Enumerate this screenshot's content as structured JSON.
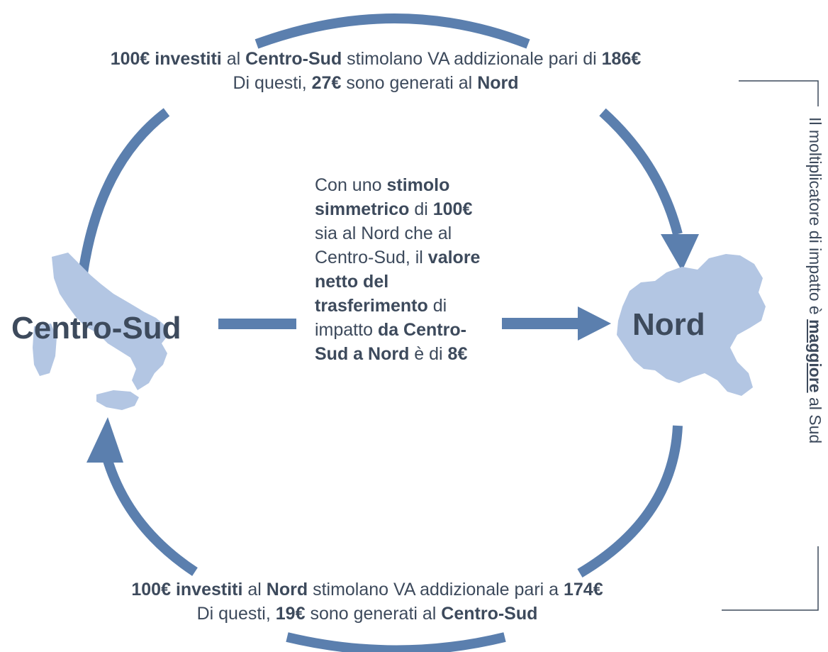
{
  "top_caption": {
    "line1": {
      "amount": "100€",
      "investiti": "investiti",
      "al": " al ",
      "region": "Centro-Sud",
      "rest": " stimolano VA addizionale pari di ",
      "total": "186€"
    },
    "line2": {
      "pre": "Di questi, ",
      "amount": "27€",
      "mid": "sono generati al ",
      "region": "Nord"
    }
  },
  "bottom_caption": {
    "line1": {
      "amount": "100€",
      "investiti": "investiti",
      "al": " al ",
      "region": "Nord",
      "rest": " stimolano VA addizionale pari a ",
      "total": "174€"
    },
    "line2": {
      "pre": "Di questi, ",
      "amount": "19€",
      "mid": "sono generati al ",
      "region": "Centro-Sud"
    }
  },
  "regions": {
    "left": "Centro-Sud",
    "right": "Nord"
  },
  "center": {
    "t1": "Con uno ",
    "b1": "stimolo simmetrico",
    "t2": " di ",
    "b2": "100€",
    "t3": "sia al Nord che al Centro-Sud, il ",
    "b3": "valore netto del trasferimento",
    "t4": " di impatto ",
    "b4": "da Centro-Sud a Nord",
    "t5": " è di ",
    "b5": "8€"
  },
  "side_note": {
    "pre": "Il moltiplicatore di impatto è ",
    "bold": "maggiore",
    "post": " al Sud"
  },
  "colors": {
    "arrow": "#5b7fae",
    "map_fill": "#b3c6e3",
    "text": "#3d4a5c",
    "bracket": "#3d4a5c"
  }
}
